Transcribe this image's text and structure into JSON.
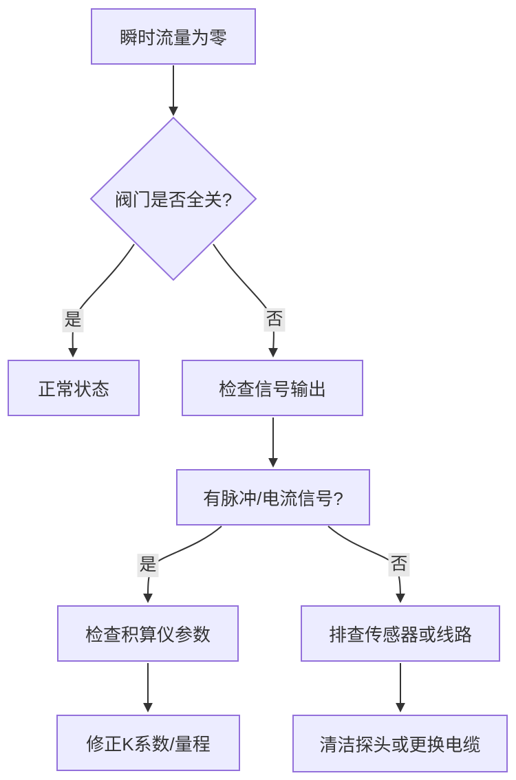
{
  "diagram": {
    "type": "flowchart-top-down",
    "colors": {
      "page_bg": "#ffffff",
      "node_fill": "#ECECFF",
      "node_border": "#9370DB",
      "edge_color": "#333333",
      "text_color": "#333333",
      "label_bg": "#e8e8e8"
    },
    "nodes": {
      "start": {
        "label": "瞬时流量为零",
        "shape": "rect"
      },
      "valve_question": {
        "label": "阀门是否全关?",
        "shape": "diamond"
      },
      "normal": {
        "label": "正常状态",
        "shape": "rect"
      },
      "check_signal": {
        "label": "检查信号输出",
        "shape": "rect"
      },
      "signal_question": {
        "label": "有脉冲/电流信号?",
        "shape": "rect"
      },
      "check_totalizer": {
        "label": "检查积算仪参数",
        "shape": "rect"
      },
      "check_sensor": {
        "label": "排查传感器或线路",
        "shape": "rect"
      },
      "fix_k": {
        "label": "修正K系数/量程",
        "shape": "rect"
      },
      "clean_probe": {
        "label": "清洁探头或更换电缆",
        "shape": "rect"
      }
    },
    "edge_labels": {
      "valve_yes": "是",
      "valve_no": "否",
      "signal_yes": "是",
      "signal_no": "否"
    },
    "edges": [
      {
        "from": "start",
        "to": "valve_question",
        "label": ""
      },
      {
        "from": "valve_question",
        "to": "normal",
        "label": "是"
      },
      {
        "from": "valve_question",
        "to": "check_signal",
        "label": "否"
      },
      {
        "from": "check_signal",
        "to": "signal_question",
        "label": ""
      },
      {
        "from": "signal_question",
        "to": "check_totalizer",
        "label": "是"
      },
      {
        "from": "signal_question",
        "to": "check_sensor",
        "label": "否"
      },
      {
        "from": "check_totalizer",
        "to": "fix_k",
        "label": ""
      },
      {
        "from": "check_sensor",
        "to": "clean_probe",
        "label": ""
      }
    ]
  }
}
